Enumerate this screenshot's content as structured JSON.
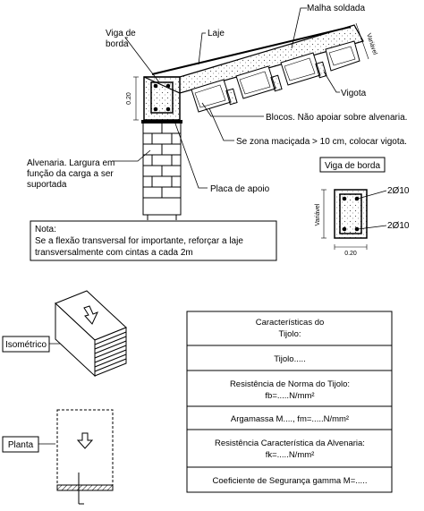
{
  "labels": {
    "malha_soldada": "Malha soldada",
    "viga_de_borda_1": "Viga de",
    "viga_de_borda_2": "borda",
    "laje": "Laje",
    "variavel_right": "Variável",
    "vigota": "Vigota",
    "blocos": "Blocos. Não apoiar sobre alvenaria.",
    "zona_macicada": "Se zona maciçada > 10 cm, colocar vigota.",
    "alvenaria_1": "Alvenaria. Largura em",
    "alvenaria_2": "função da carga a ser",
    "alvenaria_3": "suportada",
    "placa_apoio": "Placa de apoio",
    "dim_020_left": "0.20"
  },
  "note": {
    "title": "Nota:",
    "line1": "Se a flexão transversal for importante, reforçar a laje",
    "line2": "transversalmente com cintas a cada 2m"
  },
  "section": {
    "title": "Viga de borda",
    "bar_top": "2Ø10",
    "bar_bottom": "2Ø10",
    "height_label": "Variável",
    "width_label": "0.20"
  },
  "views": {
    "isometrico": "Isométrico",
    "planta": "Planta"
  },
  "table": {
    "rows": [
      {
        "line1": "Características do",
        "line2": "Tijolo:"
      },
      {
        "line1": "Tijolo.....",
        "line2": ""
      },
      {
        "line1": "Resistência de Norma do Tijolo:",
        "line2": "fb=.....N/mm²"
      },
      {
        "line1": "Argamassa M...., fm=.....N/mm²",
        "line2": ""
      },
      {
        "line1": "Resistência Característica da Alvenaria:",
        "line2": "fk=.....N/mm²"
      },
      {
        "line1": "Coeficiente de Segurança gamma M=.....",
        "line2": ""
      }
    ]
  }
}
